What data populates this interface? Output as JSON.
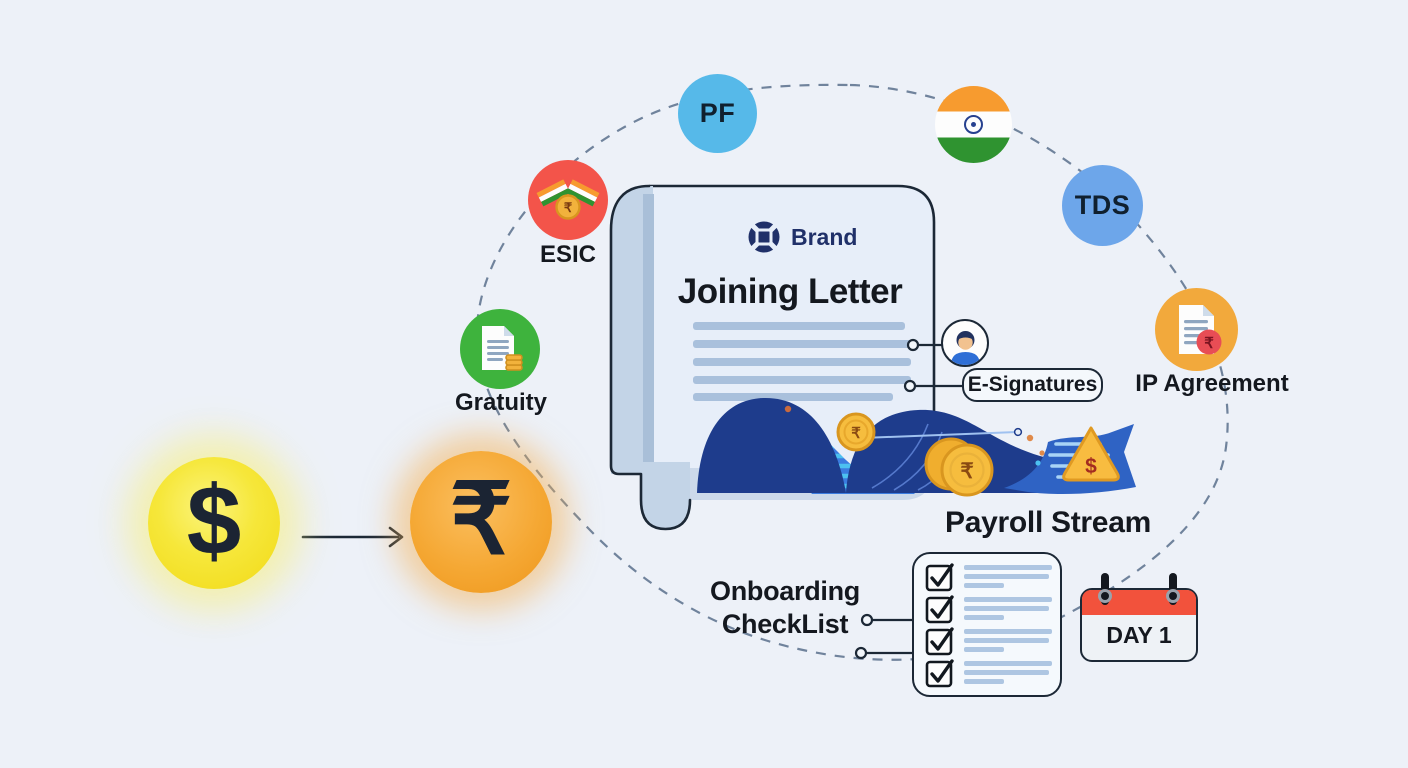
{
  "currency_flow": {
    "from_symbol": "$",
    "to_symbol": "₹"
  },
  "orbit": {
    "pf_label": "PF",
    "esic_label": "ESIC",
    "gratuity_label": "Gratuity",
    "tds_label": "TDS",
    "ip_agreement_label": "IP Agreement"
  },
  "joining_letter": {
    "brand_name": "Brand",
    "title": "Joining Letter"
  },
  "esignatures_label": "E-Signatures",
  "payroll_stream": {
    "label": "Payroll Stream",
    "coin_symbol": "₹",
    "small_coin_symbol": "₹",
    "alert_symbol": "$"
  },
  "esic_medal_symbol": "₹",
  "ip_badge_symbol": "₹",
  "onboarding_checklist": {
    "line1": "Onboarding",
    "line2": "CheckList"
  },
  "day_one_label": "DAY 1",
  "colors": {
    "background": "#edf1f8",
    "pf_circle": "#56b9e9",
    "tds_circle": "#6da6ea",
    "esic_circle": "#f3544a",
    "gratuity_circle": "#3eb33d",
    "ip_circle": "#f2a93c",
    "dollar_coin": "#f1da16",
    "rupee_coin": "#ee961a",
    "ribbon_navy": "#1e3c8c",
    "calendar_red": "#f2523c",
    "brand_navy": "#203069",
    "flag_saffron": "#f79b2f",
    "flag_green": "#2f9330",
    "dashed_loop": "#70839c"
  }
}
